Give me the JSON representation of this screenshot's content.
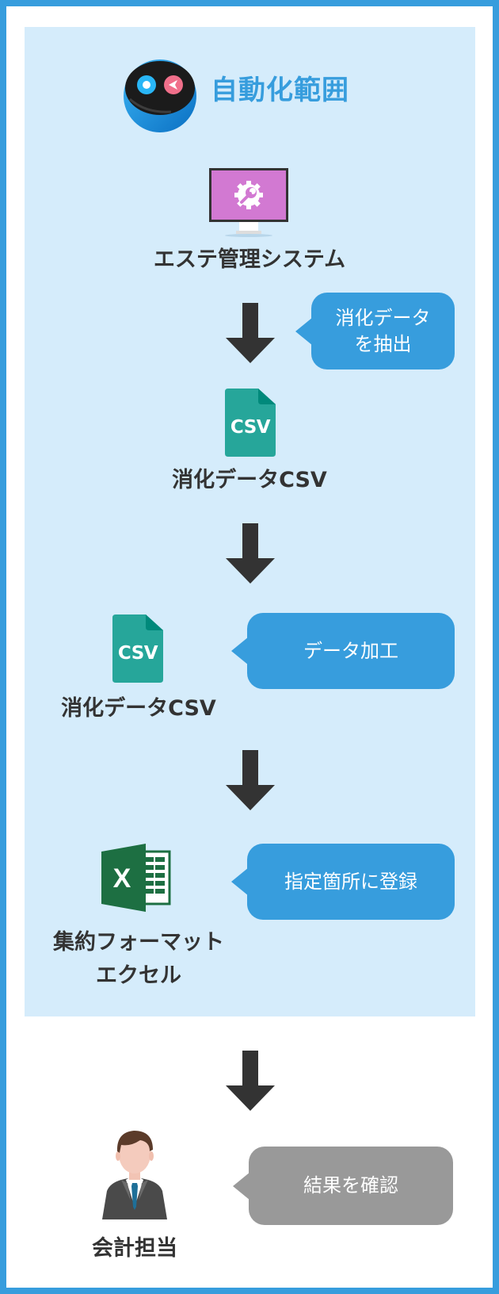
{
  "colors": {
    "frame_border": "#379ddd",
    "panel_background": "#d5ecfb",
    "bubble_blue": "#379ddd",
    "bubble_gray": "#999999",
    "arrow": "#333333",
    "label_text": "#333333",
    "csv_icon": "#26a69a",
    "excel_icon": "#1d6f42",
    "monitor_screen": "#d279d2"
  },
  "header": {
    "icon": "robot-head-icon",
    "title": "自動化範囲"
  },
  "steps": [
    {
      "icon": "monitor-gear-icon",
      "label": "エステ管理システム"
    },
    {
      "icon": "csv-file-icon",
      "icon_text": "CSV",
      "label": "消化データCSV"
    },
    {
      "icon": "csv-file-icon",
      "icon_text": "CSV",
      "label": "消化データCSV"
    },
    {
      "icon": "excel-icon",
      "icon_text": "X",
      "label_line1": "集約フォーマット",
      "label_line2": "エクセル"
    },
    {
      "icon": "businessman-icon",
      "label": "会計担当"
    }
  ],
  "bubbles": [
    {
      "line1": "消化データ",
      "line2": "を抽出",
      "style": "blue"
    },
    {
      "text": "データ加工",
      "style": "blue"
    },
    {
      "text": "指定箇所に登録",
      "style": "blue"
    },
    {
      "text": "結果を確認",
      "style": "gray"
    }
  ],
  "arrows": [
    "down-arrow-icon",
    "down-arrow-icon",
    "down-arrow-icon",
    "down-arrow-icon"
  ]
}
